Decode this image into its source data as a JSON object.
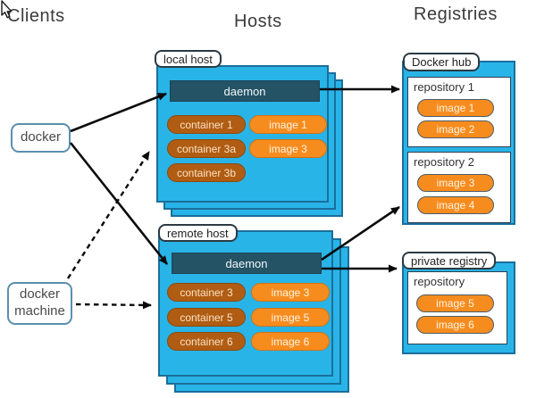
{
  "headers": {
    "clients": "Clients",
    "hosts": "Hosts",
    "registries": "Registries"
  },
  "clients": {
    "docker_label": "docker",
    "docker_machine_label": "docker machine"
  },
  "hosts": {
    "local": {
      "title": "local host",
      "daemon_label": "daemon",
      "containers": [
        "container 1",
        "container 3a",
        "container 3b"
      ],
      "images": [
        "image 1",
        "image 3"
      ]
    },
    "remote": {
      "title": "remote host",
      "daemon_label": "daemon",
      "containers": [
        "container 3",
        "container 5",
        "container 6"
      ],
      "images": [
        "image 3",
        "image 5",
        "image 6"
      ]
    }
  },
  "registries": {
    "docker_hub": {
      "title": "Docker hub",
      "repositories": [
        {
          "name": "repository 1",
          "images": [
            "image 1",
            "image 2"
          ]
        },
        {
          "name": "repository 2",
          "images": [
            "image 3",
            "image 4"
          ]
        }
      ]
    },
    "private": {
      "title": "private registry",
      "repositories": [
        {
          "name": "repository",
          "images": [
            "image 5",
            "image 6"
          ]
        }
      ]
    }
  },
  "icons": {
    "cursor": "mouse-pointer-icon"
  },
  "colors": {
    "host_fill": "#29B4E8",
    "host_border": "#1B6E9B",
    "daemon_fill": "#235365",
    "container_fill": "#B05C12",
    "image_fill": "#F78C1E",
    "client_border": "#5B8FAE",
    "label_border": "#2B3A42",
    "arrow": "#0A0A0A"
  }
}
